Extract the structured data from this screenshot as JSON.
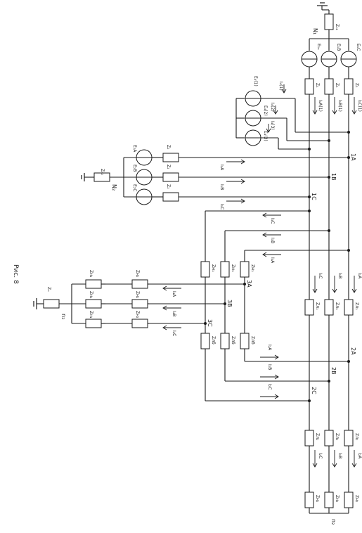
{
  "caption": "Рис. 8",
  "nodes": {
    "n1": "N₁",
    "n2": "n₂",
    "n3": "n₃",
    "N2": "N₂",
    "a1": "1A",
    "b1": "1B",
    "c1": "1C",
    "a2": "2A",
    "b2": "2B",
    "c2": "2C",
    "a3": "3A",
    "b3": "3B",
    "c3": "3C"
  },
  "sources": {
    "g1": [
      "E₁ₐ",
      "E₁B",
      "E₁C"
    ],
    "g2": [
      "E₂A",
      "E₂B",
      "E₂C"
    ],
    "g3": [
      "E₄(1)",
      "E₄(2)",
      "E₄(3)"
    ]
  },
  "resistors": {
    "zn1": "Zₙ₁",
    "g1": [
      "Z₁",
      "Z₁",
      "Z₁"
    ],
    "g2": [
      "Z₂",
      "Z₂",
      "Z₂"
    ],
    "zn2": "Zₙ₂",
    "l1": [
      "Zл₁",
      "Zл₁",
      "Zл₁"
    ],
    "l2": [
      "Zл₂",
      "Zл₂",
      "Zл₂"
    ],
    "lc": [
      "Zлз",
      "Zлз",
      "Zлз"
    ],
    "lb": [
      "Zлб",
      "Zлб",
      "Zлб"
    ],
    "h1": [
      "Zн₁",
      "Zн₁",
      "Zн₁"
    ],
    "h2": [
      "Zн₂",
      "Zн₂",
      "Zн₂"
    ],
    "hn": "Zₙ",
    "n2": [
      "Zн₂",
      "Zн₂",
      "Zн₂"
    ]
  },
  "currents": {
    "src1": [
      "I₁A(1)",
      "I₁B(1)",
      "I₁C(1)"
    ],
    "src3": [
      "I₄(1)",
      "I₄(2)",
      "I₄(3)"
    ],
    "ph1": [
      "I₁A",
      "I₁B",
      "I₁C"
    ],
    "t1": [
      "I₁A",
      "I₁B",
      "I₁C"
    ],
    "mid": [
      "I₂A",
      "I₂B",
      "I₂C"
    ],
    "hv": [
      "I₃A",
      "I₃B",
      "I₃C"
    ],
    "lv": [
      "I₄A",
      "I₄B",
      "I₄C"
    ],
    "d": [
      "I₂A",
      "I₂B",
      "I₂C"
    ],
    "bot": [
      "I₂A",
      "I₂B",
      "I₂C"
    ]
  }
}
